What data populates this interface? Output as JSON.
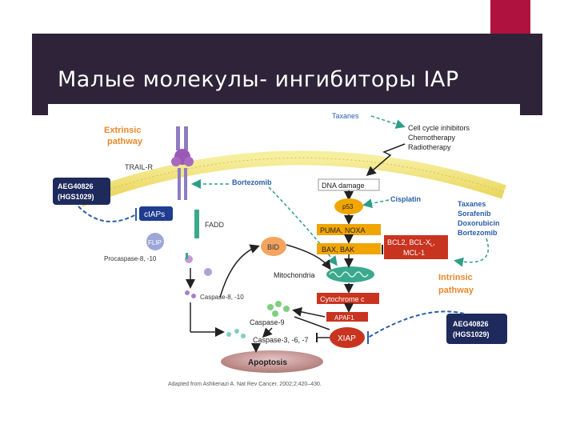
{
  "slide": {
    "title": "Малые молекулы- ингибиторы IAP"
  },
  "diagram": {
    "extrinsic_label": [
      "Extrinsic",
      "pathway"
    ],
    "intrinsic_label": [
      "Intrinsic",
      "pathway"
    ],
    "trail_r": "TRAIL-R",
    "fadd": "FADD",
    "ciaps": "cIAPs",
    "flip": "FLIP",
    "procaspase": "Procaspase-8, -10",
    "caspase8": "Caspase-8, -10",
    "bid": "BID",
    "mitochondria": "Mitochondria",
    "cytochrome": "Cytochrome c",
    "apaf1": "APAF1",
    "caspase9": "Caspase-9",
    "caspase3": "Caspase-3, -6, -7",
    "xiap": "XIAP",
    "apoptosis": "Apoptosis",
    "dna_damage": "DNA damage",
    "p53": "p53",
    "puma_noxa": "PUMA, NOXA",
    "bax_bak": "BAX, BAK",
    "bcl2": [
      "BCL2, BCL-X",
      "MCL-1"
    ],
    "bcl2_sub": "L",
    "bortezomib": "Bortezomib",
    "cisplatin": "Cisplatin",
    "taxanes_top": "Taxanes",
    "cell_cycle": [
      "Cell cycle inhibitors",
      "Chemotherapy",
      "Radiotherapy"
    ],
    "right_drugs": [
      "Taxanes",
      "Sorafenib",
      "Doxorubicin",
      "Bortezomib"
    ],
    "aeg_left": [
      "AEG40826",
      "(HGS1029)"
    ],
    "aeg_right": [
      "AEG40826",
      "(HGS1029)"
    ],
    "citation": "Adapted from Ashkenazi A. Nat Rev Cancer. 2002;2:420–430."
  },
  "colors": {
    "title_bar": "#2e2339",
    "accent": "#b0123f",
    "orange_label": "#e8892b",
    "drug_blue": "#2a5ea8",
    "dark_navy": "#1f2a5c",
    "red_box": "#c8341f",
    "green_dash": "#2e9e88"
  }
}
